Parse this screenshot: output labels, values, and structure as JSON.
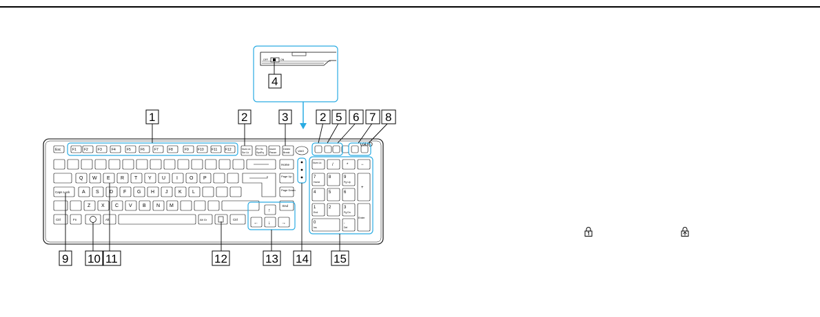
{
  "colors": {
    "callout": "#29abe2",
    "outline": "#000000"
  },
  "callouts": {
    "c1": "1",
    "c2a": "2",
    "c3": "3",
    "c2b": "2",
    "c5": "5",
    "c6": "6",
    "c7": "7",
    "c8": "8",
    "c4": "4",
    "c9": "9",
    "c10": "10",
    "c11": "11",
    "c12": "12",
    "c13": "13",
    "c14": "14",
    "c15": "15"
  },
  "keyboard": {
    "brand": "VAIO",
    "switch_off": "OFF",
    "switch_on": "ON",
    "esc": "Esc",
    "f1": "F1",
    "f2": "F2",
    "f3": "F3",
    "f4": "F4",
    "f5": "F5",
    "f6": "F6",
    "f7": "F7",
    "f8": "F8",
    "f9": "F9",
    "f10": "F10",
    "f11": "F11",
    "f12": "F12",
    "numlk": "Num Lk",
    "scrlk": "Scr Lk",
    "prtsc": "Prt Sc",
    "sysrq": "SysRq",
    "insert": "Insert",
    "pause": "Pause",
    "delete": "Delete",
    "break": "Break",
    "assist": "VAIO",
    "q": "Q",
    "w": "W",
    "e": "E",
    "r": "R",
    "t": "T",
    "y": "Y",
    "u": "U",
    "i": "I",
    "o": "O",
    "p": "P",
    "a": "A",
    "s": "S",
    "d": "D",
    "f": "F",
    "g": "G",
    "h": "H",
    "j": "J",
    "k": "K",
    "l": "L",
    "z": "Z",
    "x": "X",
    "c": "C",
    "v": "V",
    "b": "B",
    "n": "N",
    "m": "M",
    "capslock": "Caps Lock",
    "ctrl": "Ctrl",
    "fn": "Fn",
    "alt": "Alt",
    "altgr": "Alt Gr",
    "home": "Home",
    "pageup": "Page Up",
    "pagedown": "Page Down",
    "end": "End",
    "n7": "7",
    "n8": "8",
    "n9": "9",
    "n4": "4",
    "n5": "5",
    "n6": "6",
    "n1": "1",
    "n2": "2",
    "n3": "3",
    "n0": "0",
    "nhome": "Home",
    "npgup": "Pg Up",
    "nend": "End",
    "npgdn": "Pg Dn",
    "ins": "Ins",
    "del": "Del",
    "enter": "Enter",
    "slash": "/",
    "star": "*",
    "minus": "−",
    "plus": "+",
    "dot": "."
  },
  "lock_icons": {
    "num": "numeric-lock-icon",
    "caps": "caps-lock-icon"
  }
}
